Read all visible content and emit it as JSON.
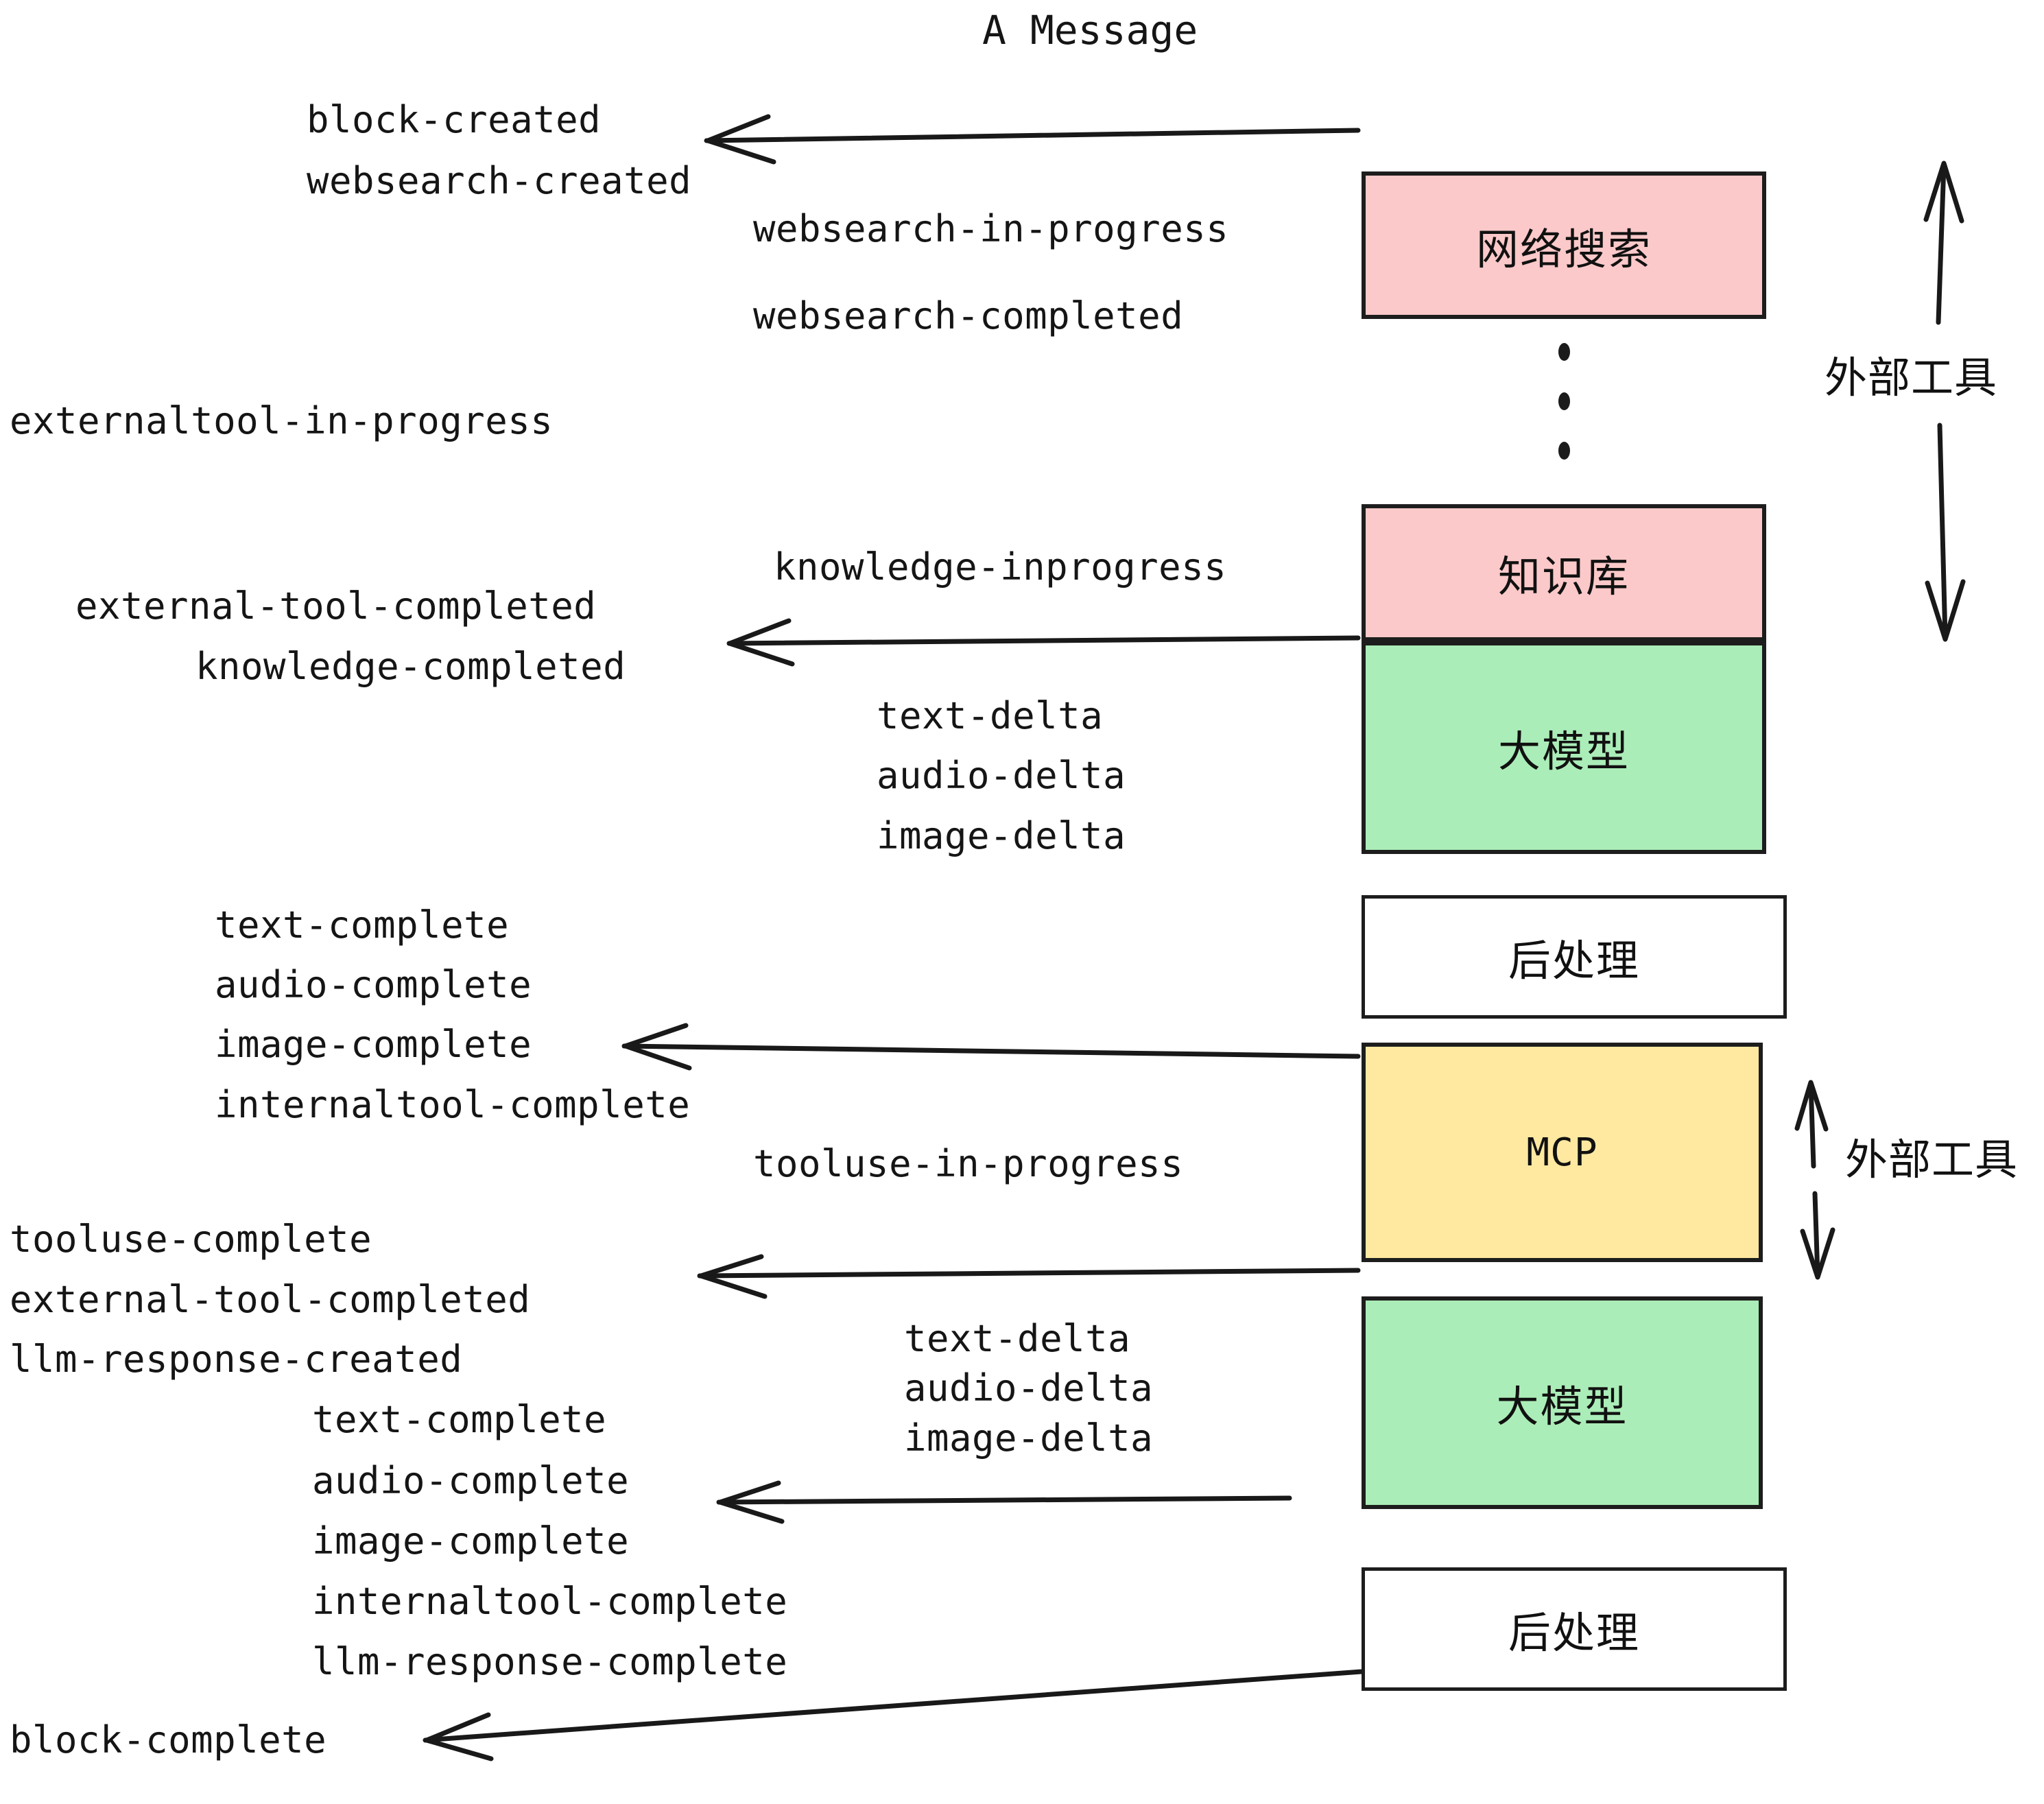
{
  "title": "A Message",
  "boxes": [
    {
      "key": "websearch",
      "label": "网络搜索",
      "color": "#FBC9C9"
    },
    {
      "key": "knowledge",
      "label": "知识库",
      "color": "#FBC9C9"
    },
    {
      "key": "llm1",
      "label": "大模型",
      "color": "#ABEDB8"
    },
    {
      "key": "post1",
      "label": "后处理",
      "color": "#FFFFFF"
    },
    {
      "key": "mcp",
      "label": "MCP",
      "color": "#FFE9A0"
    },
    {
      "key": "llm2",
      "label": "大模型",
      "color": "#ABEDB8"
    },
    {
      "key": "post2",
      "label": "后处理",
      "color": "#FFFFFF"
    }
  ],
  "side_annotations": [
    {
      "key": "external-tools-top",
      "label": "外部工具"
    },
    {
      "key": "external-tools-bottom",
      "label": "外部工具"
    }
  ],
  "events": {
    "block_created": "block-created",
    "websearch_created": "websearch-created",
    "websearch_in_progress": "websearch-in-progress",
    "websearch_completed": "websearch-completed",
    "externaltool_in_progress": "externaltool-in-progress",
    "knowledge_inprogress": "knowledge-inprogress",
    "external_tool_completed": "external-tool-completed",
    "knowledge_completed": "knowledge-completed",
    "text_delta_1": "text-delta",
    "audio_delta_1": "audio-delta",
    "image_delta_1": "image-delta",
    "text_complete_1": "text-complete",
    "audio_complete_1": "audio-complete",
    "image_complete_1": "image-complete",
    "internaltool_complete_1": "internaltool-complete",
    "tooluse_in_progress": "tooluse-in-progress",
    "tooluse_complete": "tooluse-complete",
    "external_tool_completed_2": "external-tool-completed",
    "llm_response_created": "llm-response-created",
    "text_delta_2": "text-delta",
    "audio_delta_2": "audio-delta",
    "image_delta_2": "image-delta",
    "text_complete_2": "text-complete",
    "audio_complete_2": "audio-complete",
    "image_complete_2": "image-complete",
    "internaltool_complete_2": "internaltool-complete",
    "llm_response_complete": "llm-response-complete",
    "block_complete": "block-complete"
  },
  "colors": {
    "ink": "#191919",
    "pink": "#FBC9C9",
    "green": "#ABEDB8",
    "yellow": "#FFE9A0",
    "white": "#FFFFFF"
  },
  "ellipsis": "⋮"
}
